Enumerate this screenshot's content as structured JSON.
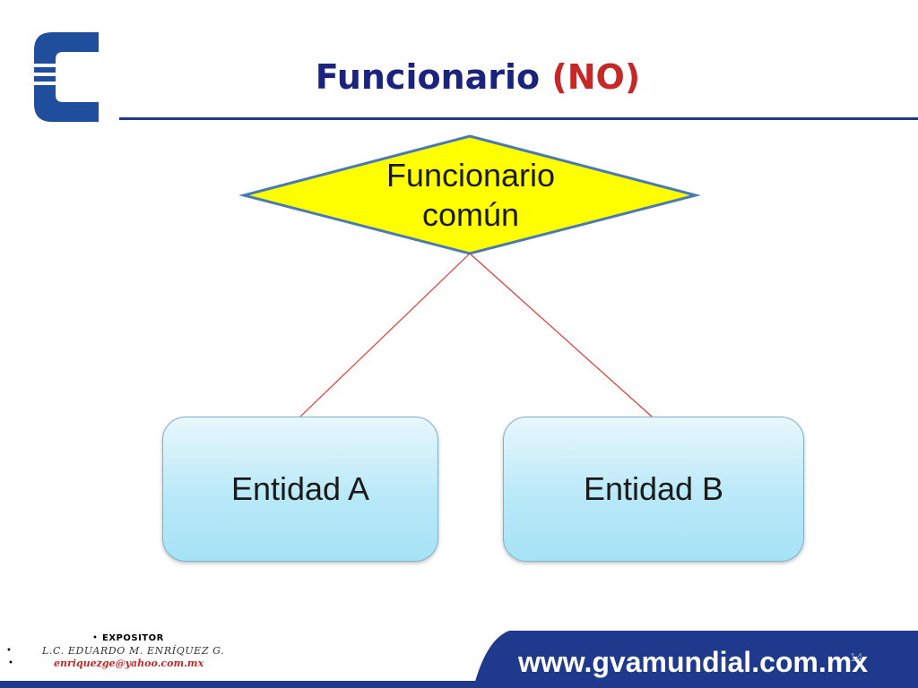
{
  "title": {
    "main": "Funcionario",
    "flag": "(NO)"
  },
  "diagram": {
    "relationship": {
      "line1": "Funcionario",
      "line2": "común"
    },
    "entity_a": "Entidad A",
    "entity_b": "Entidad B"
  },
  "footer": {
    "url": "www.gvamundial.com.mx",
    "page_number": "14",
    "credits": [
      "EXPOSITOR",
      "L.C. EDUARDO M. ENRÍQUEZ G.",
      "enriquezge@yahoo.com.mx"
    ],
    "bullet": "•"
  },
  "colors": {
    "title_main": "#1a237e",
    "title_flag": "#c62828",
    "diamond_fill": "#ffff00",
    "diamond_stroke": "#4a7ab5",
    "connector": "#e53935",
    "entity_fill": "#b9e9f8",
    "brand_blue": "#1f3a8c"
  }
}
